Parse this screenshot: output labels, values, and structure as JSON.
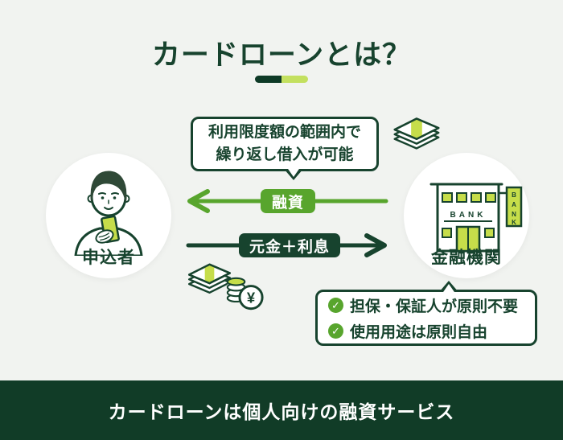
{
  "title": "カードローンとは？",
  "applicant": {
    "label": "申込者"
  },
  "bank": {
    "label": "金融機関",
    "sign": "BANK",
    "sign_letters": [
      "B",
      "A",
      "N",
      "K"
    ]
  },
  "loan_arrow": {
    "label": "融資"
  },
  "repay_arrow": {
    "label": "元金＋利息"
  },
  "callout": {
    "line1": "利用限度額の範囲内で",
    "line2": "繰り返し借入が可能"
  },
  "features": {
    "check_glyph": "✓",
    "items": [
      "担保・保証人が原則不要",
      "使用用途は原則自由"
    ]
  },
  "money": {
    "yen": "¥"
  },
  "footer": {
    "text": "カードローンは個人向けの融資サービス"
  },
  "colors": {
    "dark_green": "#17432e",
    "green": "#58a52d",
    "light_green": "#c6dd4a",
    "background": "#f1f3f0",
    "footer_bar": "#113c27"
  }
}
